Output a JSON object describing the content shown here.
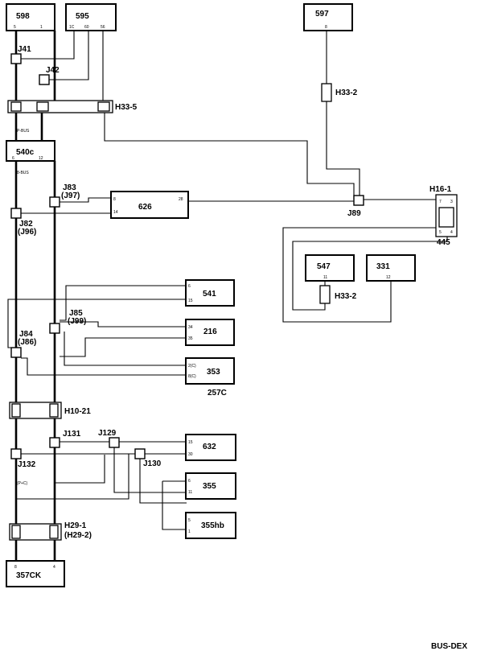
{
  "modules": {
    "m598": "598",
    "m595": "595",
    "m597": "597",
    "m540c": "540c",
    "m626": "626",
    "m547": "547",
    "m331": "331",
    "m541": "541",
    "m216": "216",
    "m353": "353",
    "m632": "632",
    "m355": "355",
    "m355hb": "355hb",
    "m357ck": "357CK"
  },
  "connectors": {
    "h33_5": "H33-5",
    "h33_2_top": "H33-2",
    "h33_2_low": "H33-2",
    "h16_1": "H16-1",
    "h10_21": "H10-21",
    "h29_1": "H29-1",
    "h29_2": "(H29-2)",
    "c445": "445",
    "c257c": "257C"
  },
  "junctions": {
    "j41": "J41",
    "j42": "J42",
    "j83": "J83",
    "j97": "(J97)",
    "j82": "J82",
    "j96": "(J96)",
    "j89": "J89",
    "j85": "J85",
    "j99": "(J99)",
    "j84": "J84",
    "j86": "(J86)",
    "j131": "J131",
    "j129": "J129",
    "j132": "J132",
    "j130": "J130"
  },
  "footer": {
    "label": "BUS-DEX"
  }
}
